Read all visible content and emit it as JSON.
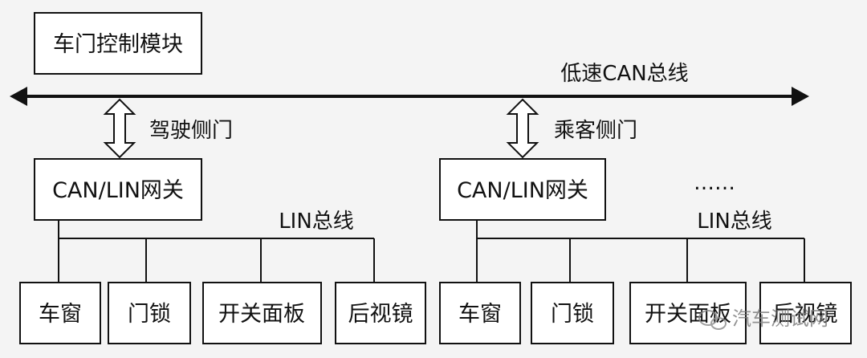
{
  "module": {
    "label": "车门控制模块"
  },
  "can_bus": {
    "label": "低速CAN总线"
  },
  "left": {
    "door_label": "驾驶侧门",
    "gateway_label": "CAN/LIN网关",
    "lin_label": "LIN总线",
    "nodes": [
      "车窗",
      "门锁",
      "开关面板",
      "后视镜"
    ]
  },
  "right": {
    "door_label": "乘客侧门",
    "gateway_label": "CAN/LIN网关",
    "lin_label": "LIN总线",
    "nodes": [
      "车窗",
      "门锁",
      "开关面板",
      "后视镜"
    ]
  },
  "ellipsis": "……",
  "watermark": {
    "text": "汽车测试网",
    "icon": "wechat-icon"
  }
}
